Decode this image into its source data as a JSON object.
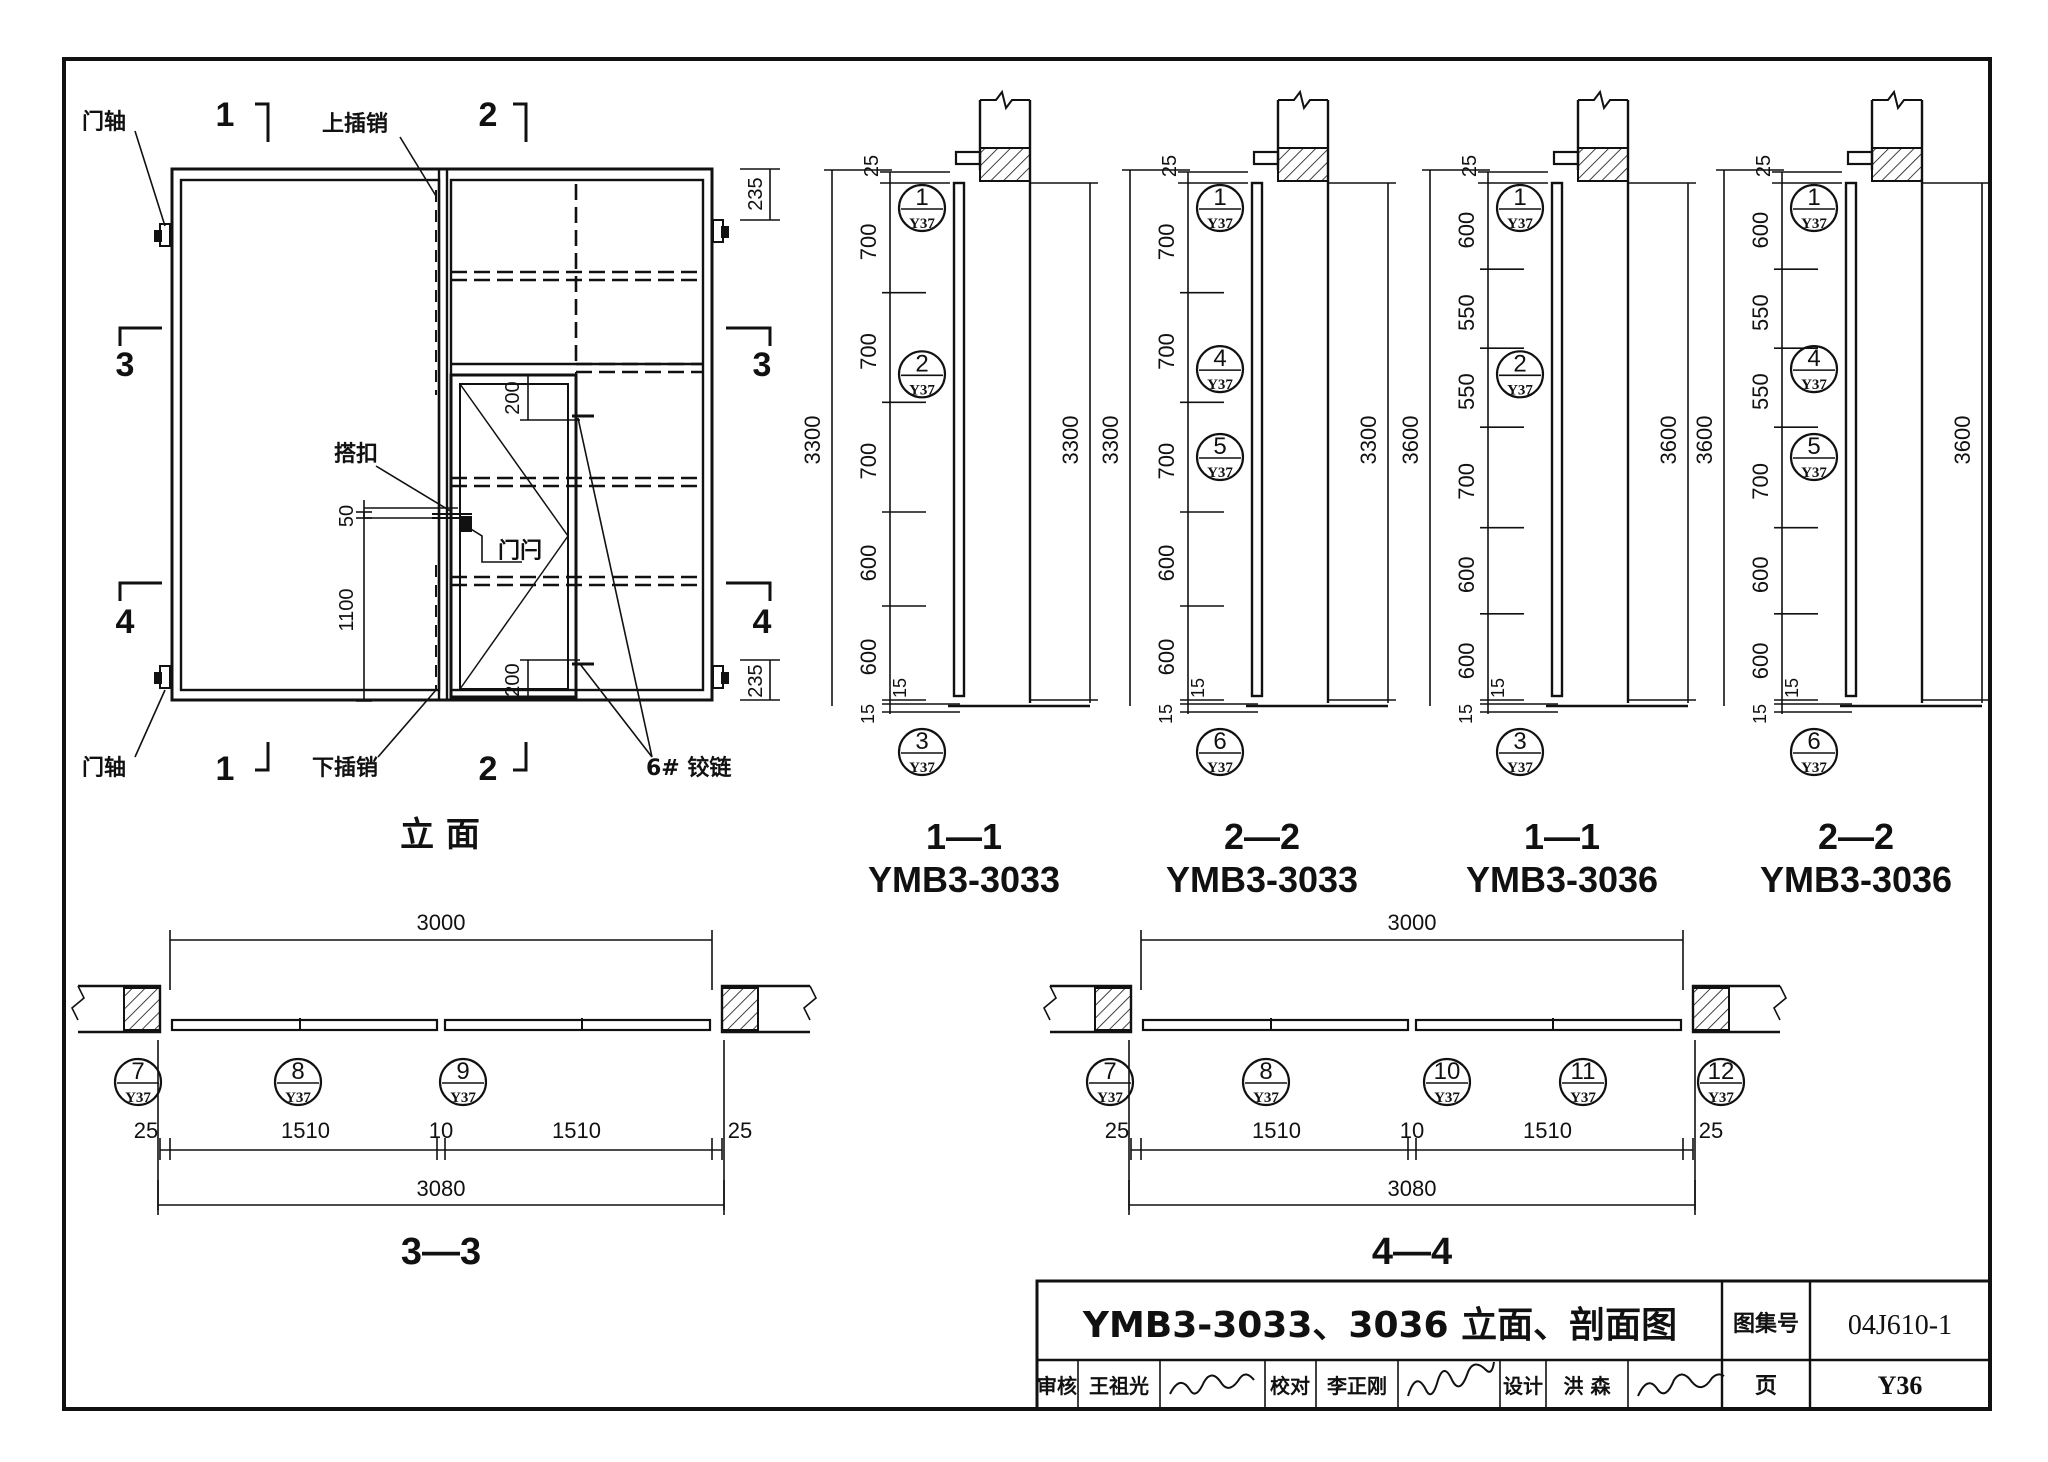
{
  "elevation": {
    "title": "立 面",
    "labels": {
      "pivot_top": "门轴",
      "pivot_bottom": "门轴",
      "top_bolt": "上插销",
      "bottom_bolt": "下插销",
      "hasp": "搭扣",
      "latch": "门闩",
      "hinge": "6# 铰链"
    },
    "section_marks": [
      "1",
      "1",
      "2",
      "2",
      "3",
      "3",
      "4",
      "4"
    ],
    "dims": {
      "top_right": "235",
      "bottom_right": "235",
      "wicket_top": "200",
      "wicket_bottom": "200",
      "hasp_gap": "50",
      "latch_height": "1100"
    }
  },
  "sections": [
    {
      "id": "s1-3033",
      "title": "1—1",
      "model": "YMB3-3033",
      "top": "25",
      "bottom": "15",
      "bottom2": "15",
      "segments": [
        "700",
        "700",
        "700",
        "600",
        "600"
      ],
      "total_left": "3300",
      "total_right": "3300",
      "bubbles": [
        {
          "num": "1",
          "sheet": "Y37"
        },
        {
          "num": "2",
          "sheet": "Y37"
        },
        {
          "num": "3",
          "sheet": "Y37"
        }
      ]
    },
    {
      "id": "s2-3033",
      "title": "2—2",
      "model": "YMB3-3033",
      "top": "25",
      "bottom": "15",
      "bottom2": "15",
      "segments": [
        "700",
        "700",
        "700",
        "600",
        "600"
      ],
      "total_left": "3300",
      "total_right": "3300",
      "bubbles": [
        {
          "num": "1",
          "sheet": "Y37"
        },
        {
          "num": "4",
          "sheet": "Y37"
        },
        {
          "num": "5",
          "sheet": "Y37"
        },
        {
          "num": "6",
          "sheet": "Y37"
        }
      ]
    },
    {
      "id": "s1-3036",
      "title": "1—1",
      "model": "YMB3-3036",
      "top": "25",
      "bottom": "15",
      "bottom2": "15",
      "segments": [
        "600",
        "550",
        "550",
        "700",
        "600",
        "600"
      ],
      "total_left": "3600",
      "total_right": "3600",
      "bubbles": [
        {
          "num": "1",
          "sheet": "Y37"
        },
        {
          "num": "2",
          "sheet": "Y37"
        },
        {
          "num": "3",
          "sheet": "Y37"
        }
      ]
    },
    {
      "id": "s2-3036",
      "title": "2—2",
      "model": "YMB3-3036",
      "top": "25",
      "bottom": "15",
      "bottom2": "15",
      "segments": [
        "600",
        "550",
        "550",
        "700",
        "600",
        "600"
      ],
      "total_left": "3600",
      "total_right": "3600",
      "bubbles": [
        {
          "num": "1",
          "sheet": "Y37"
        },
        {
          "num": "4",
          "sheet": "Y37"
        },
        {
          "num": "5",
          "sheet": "Y37"
        },
        {
          "num": "6",
          "sheet": "Y37"
        }
      ]
    }
  ],
  "plans": [
    {
      "id": "p33",
      "title": "3—3",
      "clear_width": "3000",
      "overall": "3080",
      "dims": [
        "25",
        "1510",
        "10",
        "1510",
        "25"
      ],
      "bubbles": [
        {
          "num": "7",
          "sheet": "Y37"
        },
        {
          "num": "8",
          "sheet": "Y37"
        },
        {
          "num": "9",
          "sheet": "Y37"
        }
      ]
    },
    {
      "id": "p44",
      "title": "4—4",
      "clear_width": "3000",
      "overall": "3080",
      "dims": [
        "25",
        "1510",
        "10",
        "1510",
        "25"
      ],
      "bubbles": [
        {
          "num": "7",
          "sheet": "Y37"
        },
        {
          "num": "8",
          "sheet": "Y37"
        },
        {
          "num": "10",
          "sheet": "Y37"
        },
        {
          "num": "11",
          "sheet": "Y37"
        },
        {
          "num": "12",
          "sheet": "Y37"
        }
      ]
    }
  ],
  "title_block": {
    "drawing_title": "YMB3-3033、3036 立面、剖面图",
    "atlas_label": "图集号",
    "atlas_no": "04J610-1",
    "page_label": "页",
    "page_no": "Y36",
    "review_label": "审核",
    "reviewer": "王祖光",
    "check_label": "校对",
    "checker": "李正刚",
    "design_label": "设计",
    "designer": "洪 森"
  }
}
